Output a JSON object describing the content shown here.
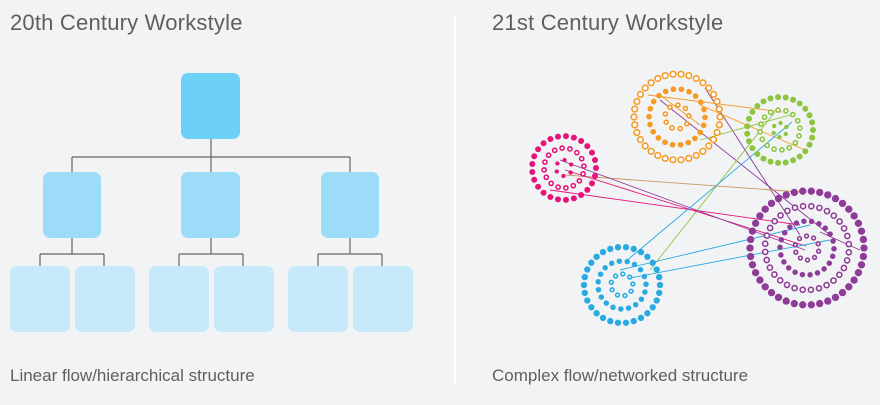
{
  "left_panel": {
    "title": "20th Century Workstyle",
    "caption": "Linear flow/hierarchical structure"
  },
  "right_panel": {
    "title": "21st Century Workstyle",
    "caption": "Complex flow/networked structure"
  },
  "colors": {
    "background": "#f2f3f4",
    "divider": "#ffffff",
    "org_level_1": "#6dd0f7",
    "org_level_2": "#9cdcf9",
    "org_level_3": "#c7eafb",
    "connector_line": "#666666",
    "cluster_orange": "#f59a25",
    "cluster_green": "#8cc63f",
    "cluster_magenta": "#e4147a",
    "cluster_purple": "#8e3c97",
    "cluster_blue": "#29abe2"
  }
}
